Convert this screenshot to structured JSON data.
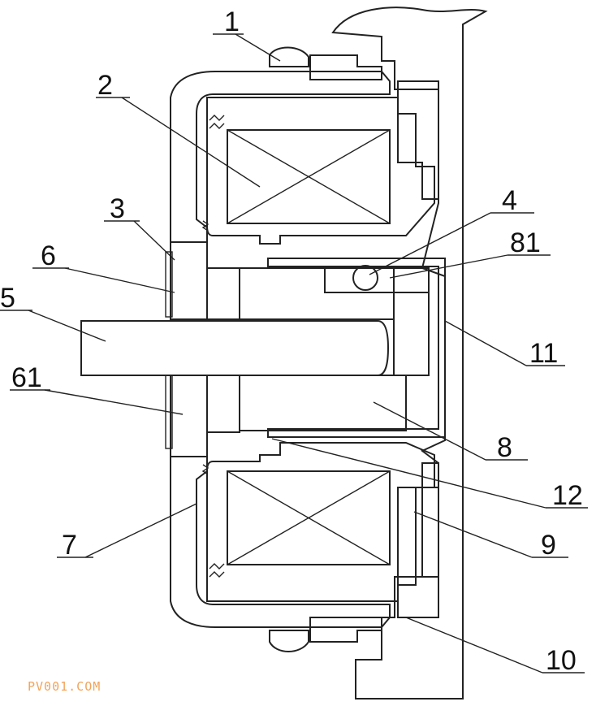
{
  "labels": {
    "l1": "1",
    "l2": "2",
    "l3": "3",
    "l4": "4",
    "l5": "5",
    "l6": "6",
    "l7": "7",
    "l8": "8",
    "l9": "9",
    "l10": "10",
    "l11": "11",
    "l12": "12",
    "l61": "61",
    "l81": "81"
  },
  "watermark": "PV001.COM",
  "colors": {
    "line": "#222222",
    "watermark": "#f2a35a",
    "background": "#ffffff"
  }
}
